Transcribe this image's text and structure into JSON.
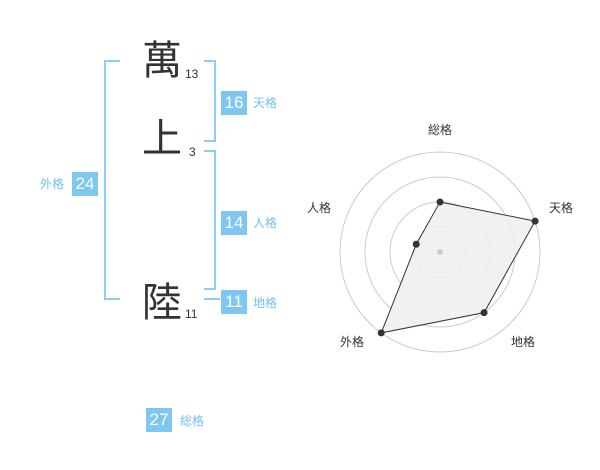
{
  "name": {
    "chars": [
      {
        "char": "萬",
        "strokes": "13"
      },
      {
        "char": "上",
        "strokes": "3"
      },
      {
        "char": "陸",
        "strokes": "11"
      }
    ]
  },
  "fortune": {
    "tenkaku": {
      "value": "16",
      "label": "天格"
    },
    "jinkaku": {
      "value": "14",
      "label": "人格"
    },
    "chikaku": {
      "value": "11",
      "label": "地格"
    },
    "gaikaku": {
      "value": "24",
      "label": "外格"
    },
    "soukaku": {
      "value": "27",
      "label": "総格"
    }
  },
  "radar": {
    "axes": [
      "総格",
      "天格",
      "地格",
      "外格",
      "人格"
    ],
    "values": [
      0.5,
      1.0,
      0.75,
      1.0,
      0.25
    ],
    "rings": 4,
    "stroke_color": "#333333",
    "fill_color": "#efefef",
    "ring_color": "#cccccc"
  }
}
